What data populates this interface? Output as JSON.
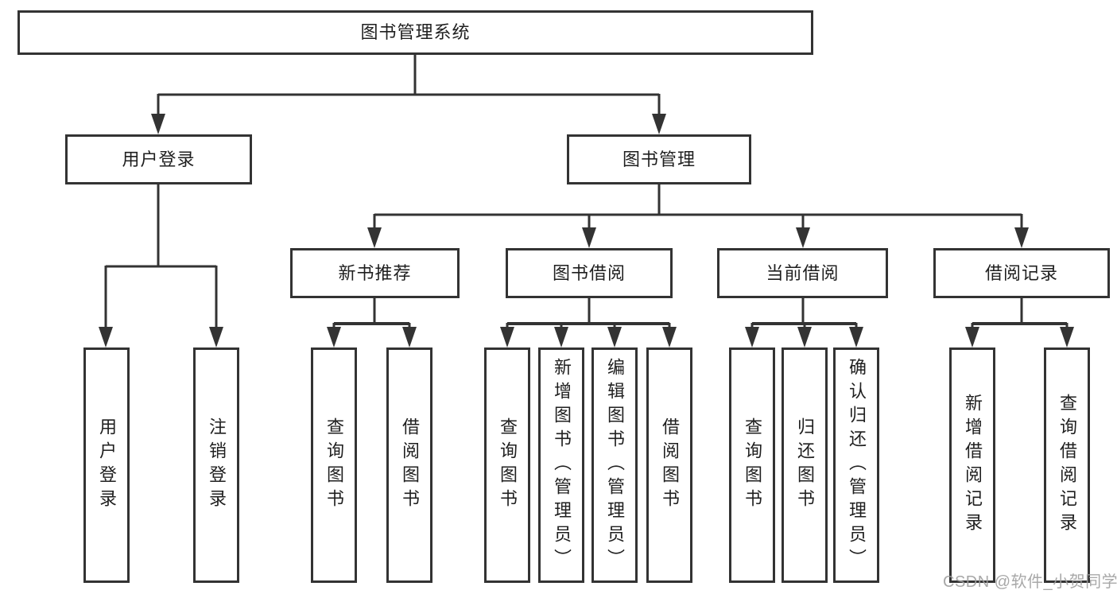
{
  "tree": {
    "root": "图书管理系统",
    "user_login": {
      "label": "用户登录",
      "children": [
        "用户登录",
        "注销登录"
      ]
    },
    "book_management": {
      "label": "图书管理",
      "sections": [
        {
          "label": "新书推荐",
          "children": [
            "查询图书",
            "借阅图书"
          ]
        },
        {
          "label": "图书借阅",
          "children": [
            "查询图书",
            "新增图书（管理员）",
            "编辑图书（管理员）",
            "借阅图书"
          ]
        },
        {
          "label": "当前借阅",
          "children": [
            "查询图书",
            "归还图书",
            "确认归还（管理员）"
          ]
        },
        {
          "label": "借阅记录",
          "children": [
            "新增借阅记录",
            "查询借阅记录"
          ]
        }
      ]
    }
  },
  "watermark": "CSDN @软件_小贺同学",
  "colors": {
    "line": "#333333",
    "text": "#1f1f1f",
    "background": "#ffffff",
    "watermark": "#9e9e9e"
  }
}
